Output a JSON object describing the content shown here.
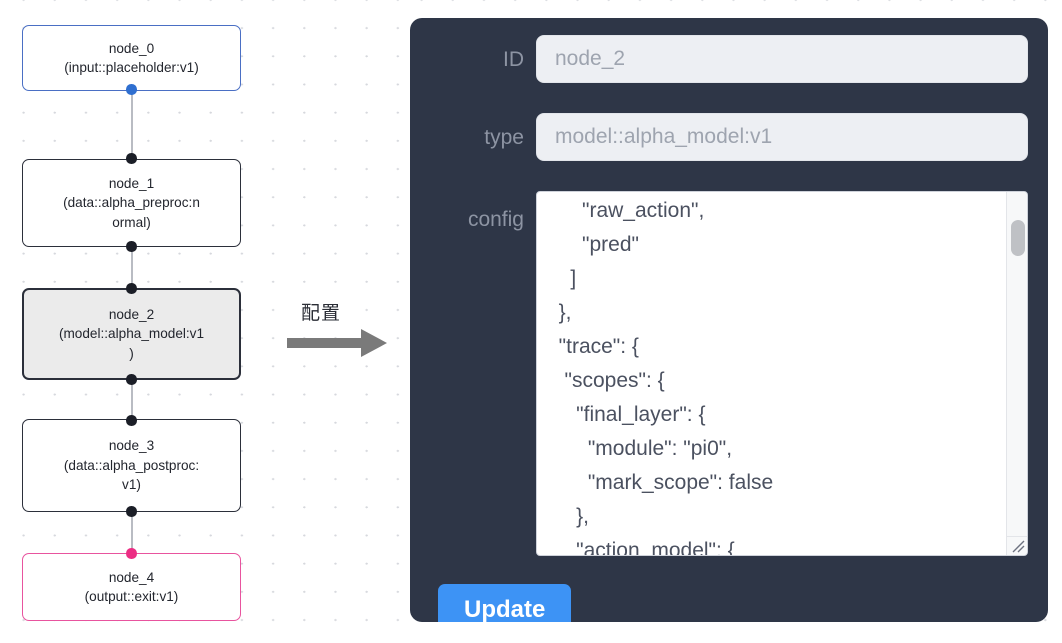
{
  "graph": {
    "nodes": [
      {
        "id": "node_0",
        "type_line": "(input::placeholder:v1)",
        "accent": "#4a6fc4",
        "selected": false
      },
      {
        "id": "node_1",
        "type_line": "(data::alpha_preproc:n\normal)",
        "accent": "#2b2f3a",
        "selected": false
      },
      {
        "id": "node_2",
        "type_line": "(model::alpha_model:v1\n)",
        "accent": "#2b2f3a",
        "selected": true
      },
      {
        "id": "node_3",
        "type_line": "(data::alpha_postproc:\nv1)",
        "accent": "#2b2f3a",
        "selected": false
      },
      {
        "id": "node_4",
        "type_line": "(output::exit:v1)",
        "accent": "#e8539e",
        "selected": false
      }
    ],
    "edge_color": "#b9bcc3",
    "handle_colors": {
      "default": "#1b1e27",
      "source": "#2f6fd0",
      "sink": "#ec2d84"
    }
  },
  "annotation": {
    "label": "配置",
    "arrow_color": "#6b6b6b"
  },
  "panel": {
    "background": "#2e3647",
    "fields": [
      {
        "key": "id",
        "label": "ID",
        "value": "node_2"
      },
      {
        "key": "type",
        "label": "type",
        "value": "model::alpha_model:v1"
      },
      {
        "key": "config",
        "label": "config",
        "value": ""
      }
    ],
    "config_text": "      \"raw_action\",\n      \"pred\"\n    ]\n  },\n  \"trace\": {\n   \"scopes\": {\n     \"final_layer\": {\n       \"module\": \"pi0\",\n       \"mark_scope\": false\n     },\n     \"action_model\": {",
    "update_label": "Update",
    "update_color": "#3d93f5",
    "label_color": "#8d94a3",
    "input_background": "#edeff3",
    "input_text_color": "#9ea4af"
  }
}
